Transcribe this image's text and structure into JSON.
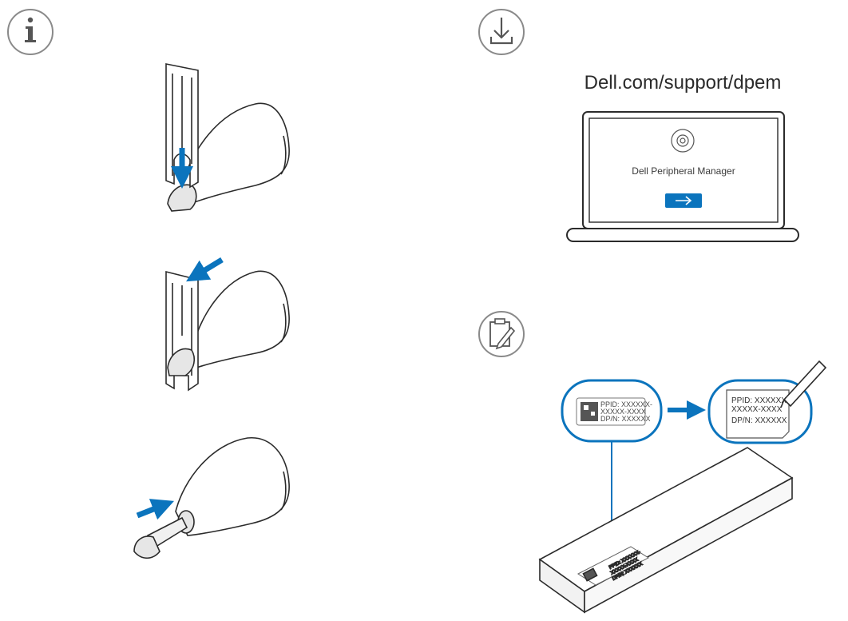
{
  "url_text": "Dell.com/support/dpem",
  "app_name": "Dell Peripheral Manager",
  "label_small": {
    "ppid": "PPID: XXXXXX-",
    "ppid2": "XXXXX-XXXX",
    "dpn": "DP/N: XXXXXX"
  },
  "label_large": {
    "ppid": "PPID: XXXXXX-",
    "ppid2": "XXXXX-XXXX",
    "dpn": "DP/N: XXXXXX"
  },
  "label_box": {
    "ppid": "PPID: XXXXXX-",
    "ppid2": "XXXXX-XXXX",
    "dpn": "DP/N: XXXXXX"
  },
  "icons": {
    "info": "info-icon",
    "download": "download-icon",
    "record": "clipboard-pen-icon",
    "gear": "gear-icon",
    "arrow": "arrow-right-icon"
  },
  "colors": {
    "accent": "#0b74bd",
    "line": "#3a3a3a",
    "circle": "#8a8a8a"
  }
}
